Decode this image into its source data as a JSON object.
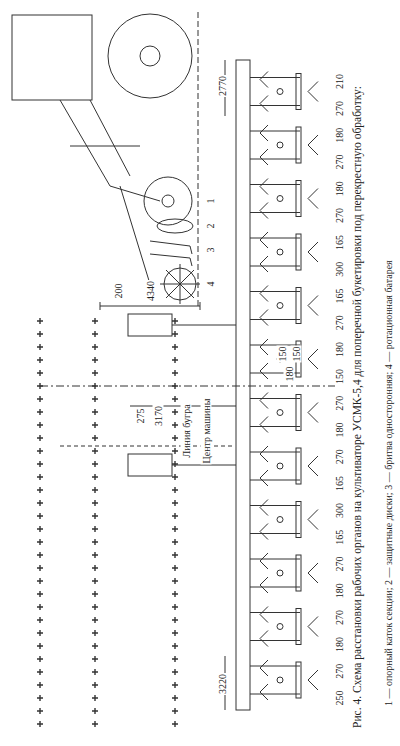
{
  "diagram": {
    "caption": "Рис. 4. Схема расстановки рабочих органов на культиваторе УСМК-5,4 для поперечной букетировки под перекрестную обработку:",
    "labels": [
      "1",
      "2",
      "3",
      "4",
      "2770",
      "3220",
      "4340",
      "200",
      "3170",
      "275",
      "Линия бугра",
      "Центр машины",
      "150",
      "150",
      "180",
      "250",
      "270",
      "180",
      "270",
      "180",
      "270",
      "165",
      "300",
      "165",
      "270",
      "180",
      "270",
      "150",
      "180",
      "270",
      "165",
      "300",
      "165",
      "270",
      "180",
      "270",
      "180",
      "270",
      "210",
      "1 — опорный каток секции; 2 — защитные диски; 3 — бритва односторонняя; 4 — ротационная батарея"
    ]
  }
}
